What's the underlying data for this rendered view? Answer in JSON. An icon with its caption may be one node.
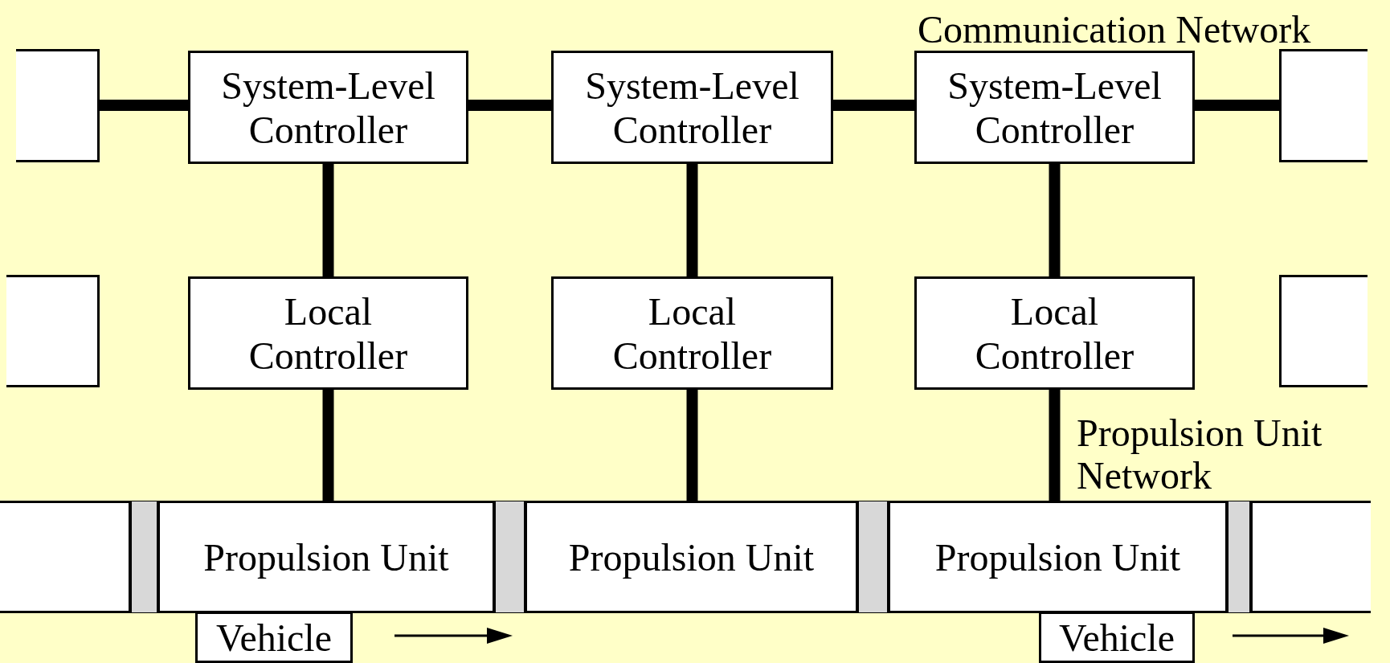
{
  "diagram": {
    "nodes": [
      {
        "text": [],
        "shape": "box"
      },
      {
        "text": [
          "System-Level Controller"
        ]
      },
      {
        "text": [
          "System-Level Controller"
        ]
      },
      {
        "text": [
          "System-Level Controller"
        ]
      },
      {
        "text": [],
        "shape": "box"
      },
      {
        "text": [],
        "shape": "box"
      },
      {
        "text": [
          "Local Controller"
        ]
      },
      {
        "text": [
          "Local Controller"
        ]
      },
      {
        "text": [
          "Local Controller"
        ]
      },
      {
        "text": [],
        "shape": "box"
      },
      {
        "text": [],
        "shape": "box"
      },
      {
        "text": [],
        "shape": "bar"
      },
      {
        "text": [
          "Propulsion Unit"
        ]
      },
      {
        "text": [],
        "shape": "bar"
      },
      {
        "text": [
          "Propulsion Unit"
        ]
      },
      {
        "text": [],
        "shape": "bar"
      },
      {
        "text": [
          "Propulsion Unit"
        ]
      },
      {
        "text": [],
        "shape": "bar"
      },
      {
        "text": [],
        "shape": "box"
      },
      {
        "text": [
          "Vehicle"
        ]
      },
      {
        "text": [
          "Vehicle"
        ]
      }
    ],
    "edges": [
      {
        "from": 0,
        "to": 1,
        "arrow": "none"
      },
      {
        "from": 1,
        "to": 2,
        "arrow": "none"
      },
      {
        "from": 2,
        "to": 3,
        "arrow": "none"
      },
      {
        "from": 3,
        "to": 4,
        "arrow": "none"
      },
      {
        "from": 1,
        "to": 6,
        "arrow": "none"
      },
      {
        "from": 2,
        "to": 7,
        "arrow": "none"
      },
      {
        "from": 3,
        "to": 8,
        "arrow": "none"
      },
      {
        "from": 6,
        "to": 12,
        "arrow": "none"
      },
      {
        "from": 7,
        "to": 14,
        "arrow": "none"
      },
      {
        "from": 8,
        "to": 16,
        "arrow": "none"
      }
    ],
    "labels": [
      "Communication Network",
      "Propulsion Unit Network"
    ]
  }
}
